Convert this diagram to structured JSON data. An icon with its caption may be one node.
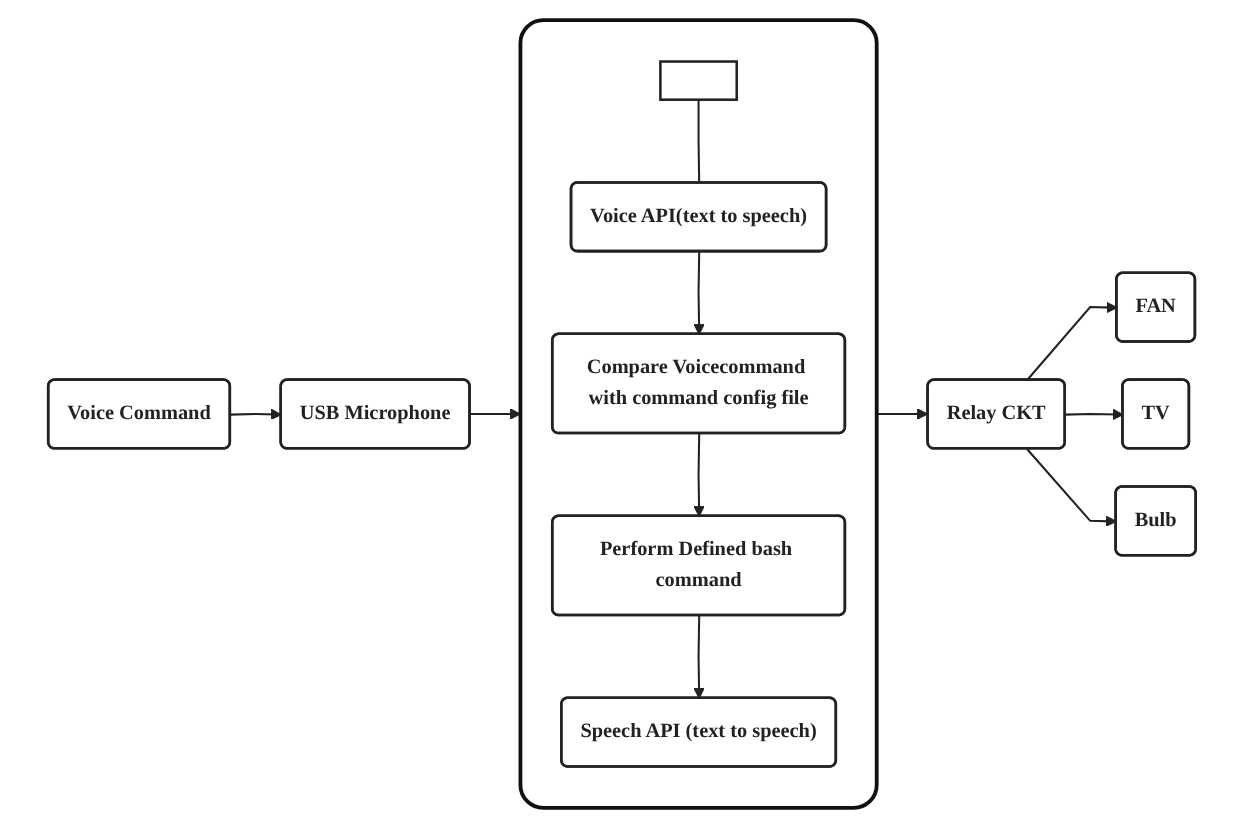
{
  "diagram": {
    "nodes": [
      {
        "text": [
          "Voice Command"
        ]
      },
      {
        "text": [
          "USB Microphone"
        ]
      },
      {
        "text": [],
        "shape": "box"
      },
      {
        "text": [],
        "shape": "box",
        "in": 2
      },
      {
        "text": [
          "Voice API(text to speech)"
        ],
        "in": 2
      },
      {
        "text": [
          "Compare Voicecommand with command config file"
        ],
        "in": 2
      },
      {
        "text": [
          "Perform Defined bash command"
        ],
        "in": 2
      },
      {
        "text": [
          "Speech API (text to speech)"
        ],
        "in": 2
      },
      {
        "text": [
          "Relay CKT"
        ]
      },
      {
        "text": [
          "FAN"
        ]
      },
      {
        "text": [
          "TV"
        ]
      },
      {
        "text": [
          "Bulb"
        ]
      }
    ],
    "edges": [
      {
        "from": 0,
        "to": 1,
        "arrow": "to"
      },
      {
        "from": 1,
        "to": 2,
        "arrow": "to"
      },
      {
        "from": 3,
        "to": 4,
        "arrow": "none"
      },
      {
        "from": 4,
        "to": 5,
        "arrow": "to"
      },
      {
        "from": 5,
        "to": 6,
        "arrow": "to"
      },
      {
        "from": 6,
        "to": 7,
        "arrow": "to"
      },
      {
        "from": 2,
        "to": 8,
        "arrow": "to"
      },
      {
        "from": 8,
        "to": 9,
        "arrow": "to"
      },
      {
        "from": 8,
        "to": 10,
        "arrow": "to"
      },
      {
        "from": 8,
        "to": 11,
        "arrow": "to"
      }
    ]
  }
}
